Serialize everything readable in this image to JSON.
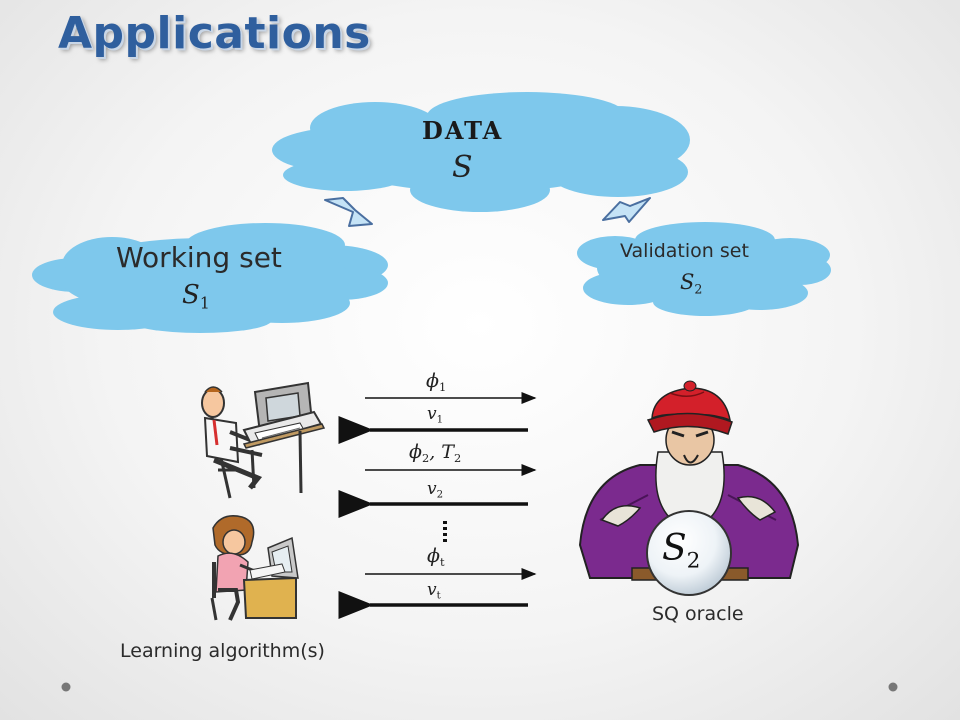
{
  "slide": {
    "title": "Applications"
  },
  "data_cloud": {
    "label": "DATA",
    "variable": "S"
  },
  "working_set": {
    "label": "Working set",
    "variable_base": "S",
    "variable_sub": "1"
  },
  "validation_set": {
    "label": "Validation set",
    "variable_base": "S",
    "variable_sub": "2"
  },
  "messages": [
    {
      "direction": "to_oracle",
      "base": "ϕ",
      "sub": "1",
      "extra_base": "",
      "extra_sub": ""
    },
    {
      "direction": "to_algorithm",
      "base": "v",
      "sub": "1",
      "extra_base": "",
      "extra_sub": ""
    },
    {
      "direction": "to_oracle",
      "base": "ϕ",
      "sub": "2",
      "extra_base": "T",
      "extra_sub": "2"
    },
    {
      "direction": "to_algorithm",
      "base": "v",
      "sub": "2",
      "extra_base": "",
      "extra_sub": ""
    },
    {
      "direction": "to_oracle",
      "base": "ϕ",
      "sub": "t",
      "extra_base": "",
      "extra_sub": ""
    },
    {
      "direction": "to_algorithm",
      "base": "v",
      "sub": "t",
      "extra_base": "",
      "extra_sub": ""
    }
  ],
  "oracle": {
    "label": "SQ oracle",
    "variable_base": "S",
    "variable_sub": "2"
  },
  "algorithm": {
    "label": "Learning algorithm(s)"
  },
  "colors": {
    "title": "#2f5f9e",
    "cloud_fill": "#7ec8ec",
    "arrow_fill": "#c5e3f6",
    "robe": "#7b2a8e",
    "turban": "#d3202a"
  },
  "icons": [
    "man-at-computer-icon",
    "woman-at-computer-icon",
    "wizard-oracle-icon",
    "crystal-ball-icon"
  ]
}
